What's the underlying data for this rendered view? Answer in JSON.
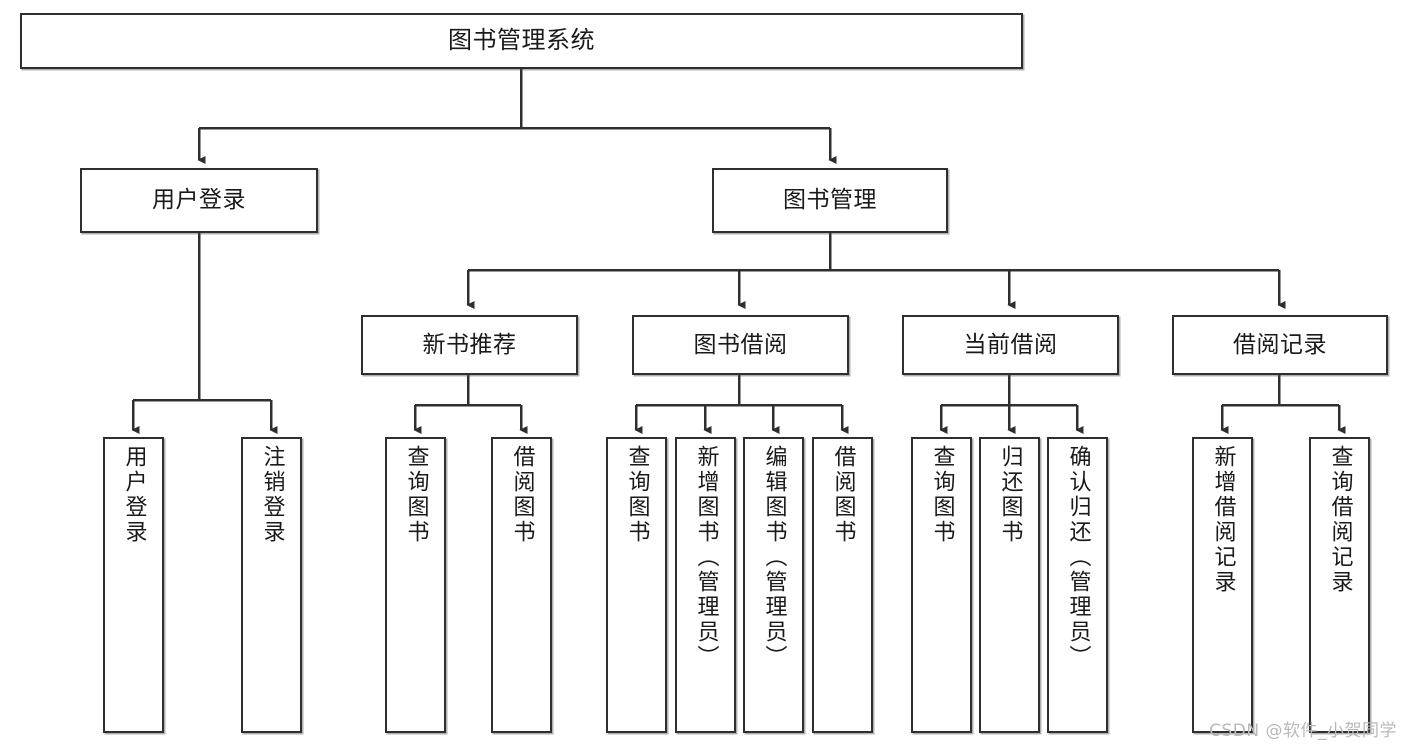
{
  "diagram": {
    "title": "图书管理系统",
    "type": "tree-hierarchy-diagram",
    "colors": {
      "box_border": "#2f2f2f",
      "box_fill": "#ffffff",
      "edge": "#2f2f2f",
      "text": "#1a1a1a",
      "watermark": "#b9b9b9"
    },
    "levels": {
      "level1": [
        {
          "id": "root",
          "label": "图书管理系统",
          "orientation": "horizontal"
        }
      ],
      "level2": [
        {
          "id": "login",
          "label": "用户登录",
          "orientation": "horizontal"
        },
        {
          "id": "bookmgmt",
          "label": "图书管理",
          "orientation": "horizontal"
        }
      ],
      "level3": [
        {
          "id": "newbook",
          "label": "新书推荐",
          "orientation": "horizontal"
        },
        {
          "id": "borrow",
          "label": "图书借阅",
          "orientation": "horizontal"
        },
        {
          "id": "current",
          "label": "当前借阅",
          "orientation": "horizontal"
        },
        {
          "id": "records",
          "label": "借阅记录",
          "orientation": "horizontal"
        }
      ],
      "level4": [
        {
          "id": "leaf-1",
          "label": "用户登录",
          "orientation": "vertical",
          "parent": "login"
        },
        {
          "id": "leaf-2",
          "label": "注销登录",
          "orientation": "vertical",
          "parent": "login"
        },
        {
          "id": "leaf-3",
          "label": "查询图书",
          "orientation": "vertical",
          "parent": "newbook"
        },
        {
          "id": "leaf-4",
          "label": "借阅图书",
          "orientation": "vertical",
          "parent": "newbook"
        },
        {
          "id": "leaf-5",
          "label": "查询图书",
          "orientation": "vertical",
          "parent": "borrow"
        },
        {
          "id": "leaf-6",
          "label": "新增图书（管理员）",
          "orientation": "vertical",
          "parent": "borrow"
        },
        {
          "id": "leaf-7",
          "label": "编辑图书（管理员）",
          "orientation": "vertical",
          "parent": "borrow"
        },
        {
          "id": "leaf-8",
          "label": "借阅图书",
          "orientation": "vertical",
          "parent": "borrow"
        },
        {
          "id": "leaf-9",
          "label": "查询图书",
          "orientation": "vertical",
          "parent": "current"
        },
        {
          "id": "leaf-10",
          "label": "归还图书",
          "orientation": "vertical",
          "parent": "current"
        },
        {
          "id": "leaf-11",
          "label": "确认归还（管理员）",
          "orientation": "vertical",
          "parent": "current"
        },
        {
          "id": "leaf-12",
          "label": "新增借阅记录",
          "orientation": "vertical",
          "parent": "records"
        },
        {
          "id": "leaf-13",
          "label": "查询借阅记录",
          "orientation": "vertical",
          "parent": "records"
        }
      ]
    }
  },
  "watermark": {
    "text": "CSDN @软件_小贺同学"
  }
}
